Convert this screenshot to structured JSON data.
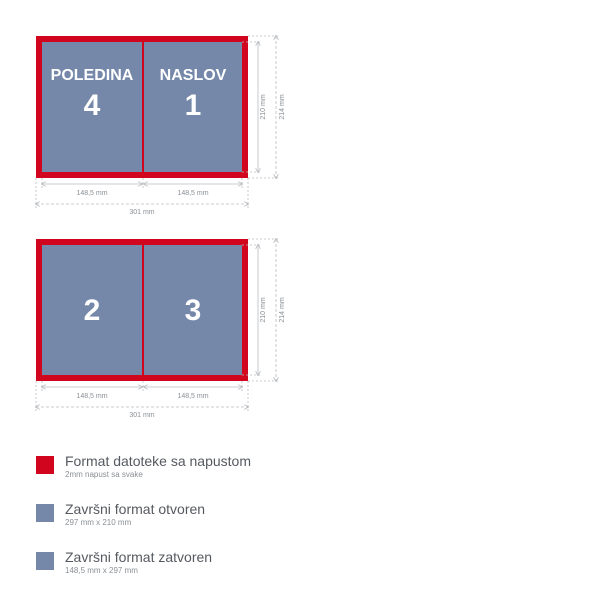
{
  "colors": {
    "bleed": "#d2051e",
    "page": "#7588aa",
    "dim": "#b9bcc0",
    "dim_text": "#8a8f95",
    "page_text": "#ffffff"
  },
  "spread_top": {
    "left_page": {
      "label": "POLEDINA",
      "number": "4"
    },
    "right_page": {
      "label": "NASLOV",
      "number": "1"
    }
  },
  "spread_bottom": {
    "left_page": {
      "label": "",
      "number": "2"
    },
    "right_page": {
      "label": "",
      "number": "3"
    }
  },
  "dimensions": {
    "half_width": "148,5 mm",
    "total_width": "301 mm",
    "inner_height": "210 mm",
    "outer_height": "214 mm"
  },
  "legend": [
    {
      "title": "Format datoteke sa napustom",
      "subtitle": "2mm napust sa svake",
      "swatch": "bleed-swatch-icon"
    },
    {
      "title": "Završni format otvoren",
      "subtitle": "297 mm x 210 mm",
      "swatch": "page-swatch-icon"
    },
    {
      "title": "Završni format zatvoren",
      "subtitle": "148,5 mm x 297 mm",
      "swatch": "page-swatch-icon"
    }
  ]
}
